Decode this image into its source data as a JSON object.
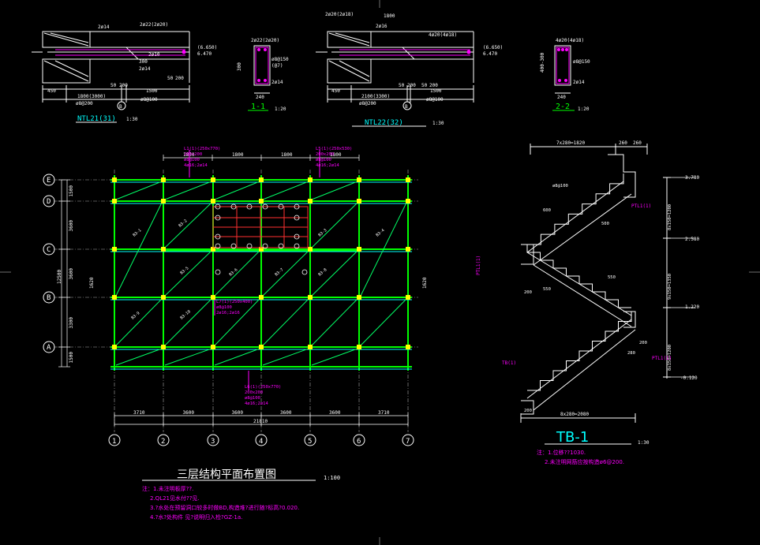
{
  "sections": {
    "ntl21": {
      "label": "NTL21(31)",
      "scale": "1:30",
      "dims": [
        "450",
        "1800(3000)",
        "1500",
        "2ø14",
        "2ø22(2ø20)",
        "2ø10",
        "(6.650)",
        "6.470",
        "300",
        "2ø14",
        "50",
        "200",
        "50",
        "200",
        "ø8@200",
        "ø8@100"
      ],
      "axis": "B"
    },
    "s11": {
      "label": "1-1",
      "scale": "1:20",
      "dims": [
        "2ø22(2ø20)",
        "ø8@150",
        "(@7)",
        "2ø14",
        "300",
        "240"
      ]
    },
    "ntl22": {
      "label": "NTL22(32)",
      "scale": "1:30",
      "dims": [
        "2ø20(2ø18)",
        "1800",
        "2ø16",
        "4ø20(4ø18)",
        "(6.650)",
        "6.470",
        "450",
        "2100(3300)",
        "1500",
        "50",
        "200",
        "50",
        "200",
        "ø8@200",
        "ø8@100"
      ],
      "axis": "B"
    },
    "s22": {
      "label": "2-2",
      "scale": "1:20",
      "dims": [
        "4ø20(4ø18)",
        "400-300",
        "ø8@150",
        "2ø14",
        "240"
      ]
    }
  },
  "plan": {
    "title": "三层结构平面布置图",
    "scale": "1:100",
    "col_axes": [
      "1",
      "2",
      "3",
      "4",
      "5",
      "6",
      "7"
    ],
    "row_axes": [
      "E",
      "D",
      "C",
      "B",
      "A"
    ],
    "col_dims": [
      "3710",
      "3600",
      "3600",
      "3600",
      "3600",
      "3710"
    ],
    "top_dims": [
      "1800",
      "1800",
      "1800",
      "1800"
    ],
    "total": "21810",
    "row_dims": [
      "1500",
      "3600",
      "3600",
      "3300",
      "1500"
    ],
    "row_total": "12500",
    "left_dim2": "1620",
    "right_dim": "1620",
    "callouts": [
      "L1(1)(250x770)",
      "200x200",
      "ø8@100",
      "4ø16;2ø14",
      "L5(1)(250x530)",
      "200x200",
      "ø8@100",
      "4ø16;2ø14",
      "L7(1)(250x400)",
      "ø8@100",
      "2ø16;2ø16",
      "L6(1)(250x770)",
      "200x200",
      "ø8@100",
      "4ø16;2ø14"
    ],
    "slab_labels": [
      "B3-1",
      "B3-2",
      "B3-3",
      "B3-4",
      "B3-5",
      "B3-6",
      "B3-7",
      "B3-8",
      "B3-9",
      "B3-10"
    ],
    "notes": [
      "注：1.未注明板厚??.",
      "2.QL21见水付??见.",
      "3.?水处在预留洞口较多时做BD,构造堆?进行随?标高?0.020.",
      "4.?水?处构件 见?说明归入检?GZ-1a."
    ]
  },
  "stair": {
    "title": "TB-1",
    "scale": "1:30",
    "top_dim": "7x280=1820",
    "top_dim2": "260",
    "top_dim3": "260",
    "bottom_dim": "8x280=2080",
    "elev": [
      "3.780",
      "2.580",
      "1.220",
      "-0.120"
    ],
    "vdims": [
      "8x150=1200",
      "9x150=1350",
      "8x150=1200"
    ],
    "labels": [
      "PTL1(1)",
      "TB(1)",
      "PTL1(1)",
      "PTL1(1)",
      "ø8@100",
      "200",
      "550",
      "550",
      "600",
      "500",
      "200",
      "280",
      "200"
    ],
    "notes": [
      "注：1.位移??1030.",
      "2.未注明网筋应按构造ø6@200."
    ]
  }
}
